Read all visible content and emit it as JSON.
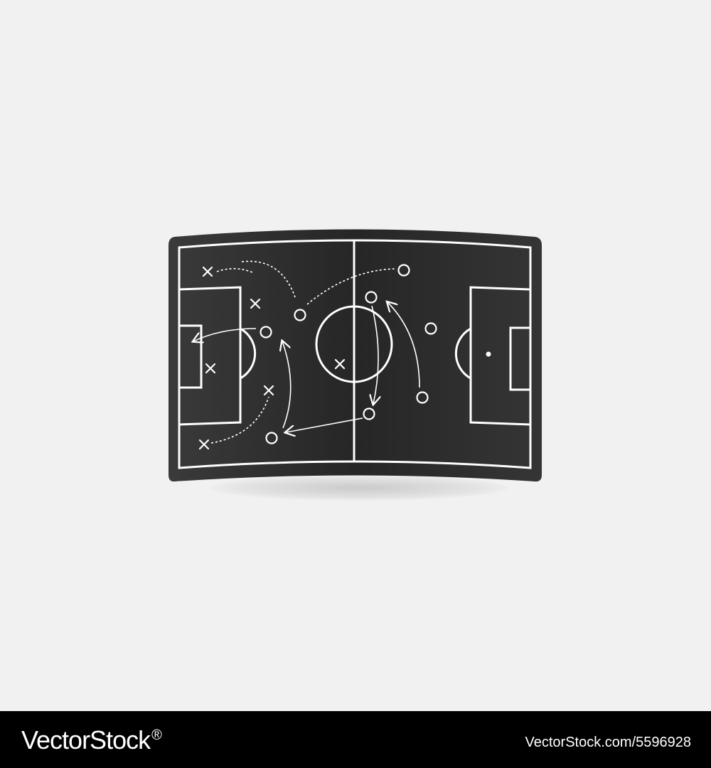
{
  "board": {
    "colors": {
      "background": "#f1f1f1",
      "board": "#2c2c2c",
      "lines": "#ffffff",
      "footer": "#000000"
    },
    "icons": [
      "soccer-field",
      "player-x-marker",
      "player-o-marker",
      "pass-arrow",
      "dashed-run"
    ]
  },
  "footer": {
    "brand": "VectorStock",
    "brand_mark": "®",
    "asset_id": "VectorStock.com/5596928"
  }
}
